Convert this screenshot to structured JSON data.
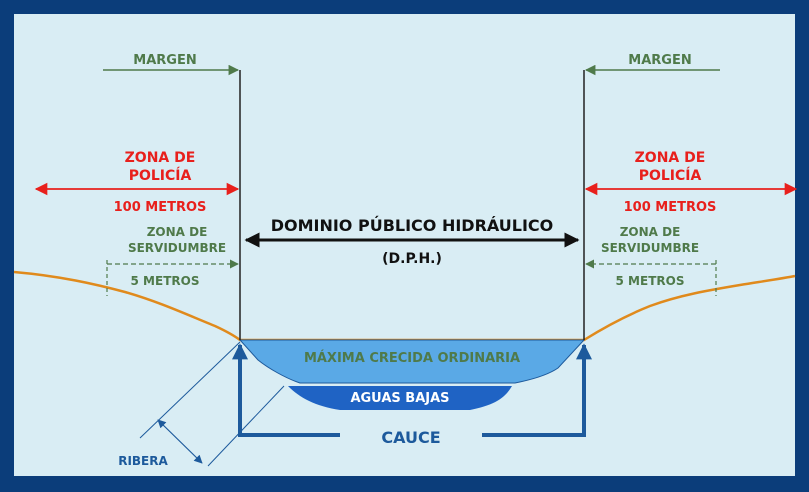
{
  "colors": {
    "frame": "#0b3d7a",
    "background": "#d9edf4",
    "ground_line": "#e08a1c",
    "max_flood_water": "#5aa9e6",
    "low_water": "#1f63c4",
    "margin_green": "#4f7a4a",
    "police_zone_red": "#e8201c",
    "blue_arrows": "#1d5a9c",
    "dph_black": "#111111"
  },
  "labels": {
    "margin_left": "MARGEN",
    "margin_right": "MARGEN",
    "police_zone_left": [
      "ZONA DE",
      "POLICÍA"
    ],
    "police_zone_right": [
      "ZONA DE",
      "POLICÍA"
    ],
    "police_distance_left": "100 METROS",
    "police_distance_right": "100 METROS",
    "easement_zone_left": [
      "ZONA DE",
      "SERVIDUMBRE"
    ],
    "easement_zone_right": [
      "ZONA DE",
      "SERVIDUMBRE"
    ],
    "easement_distance_left": "5 METROS",
    "easement_distance_right": "5 METROS",
    "dph_title": "DOMINIO PÚBLICO HIDRÁULICO",
    "dph_abbrev": "(D.P.H.)",
    "max_flood": "MÁXIMA CRECIDA ORDINARIA",
    "low_water": "AGUAS BAJAS",
    "channel": "CAUCE",
    "bank": "RIBERA"
  },
  "icons": {
    "arrow": "arrowhead-icon"
  }
}
